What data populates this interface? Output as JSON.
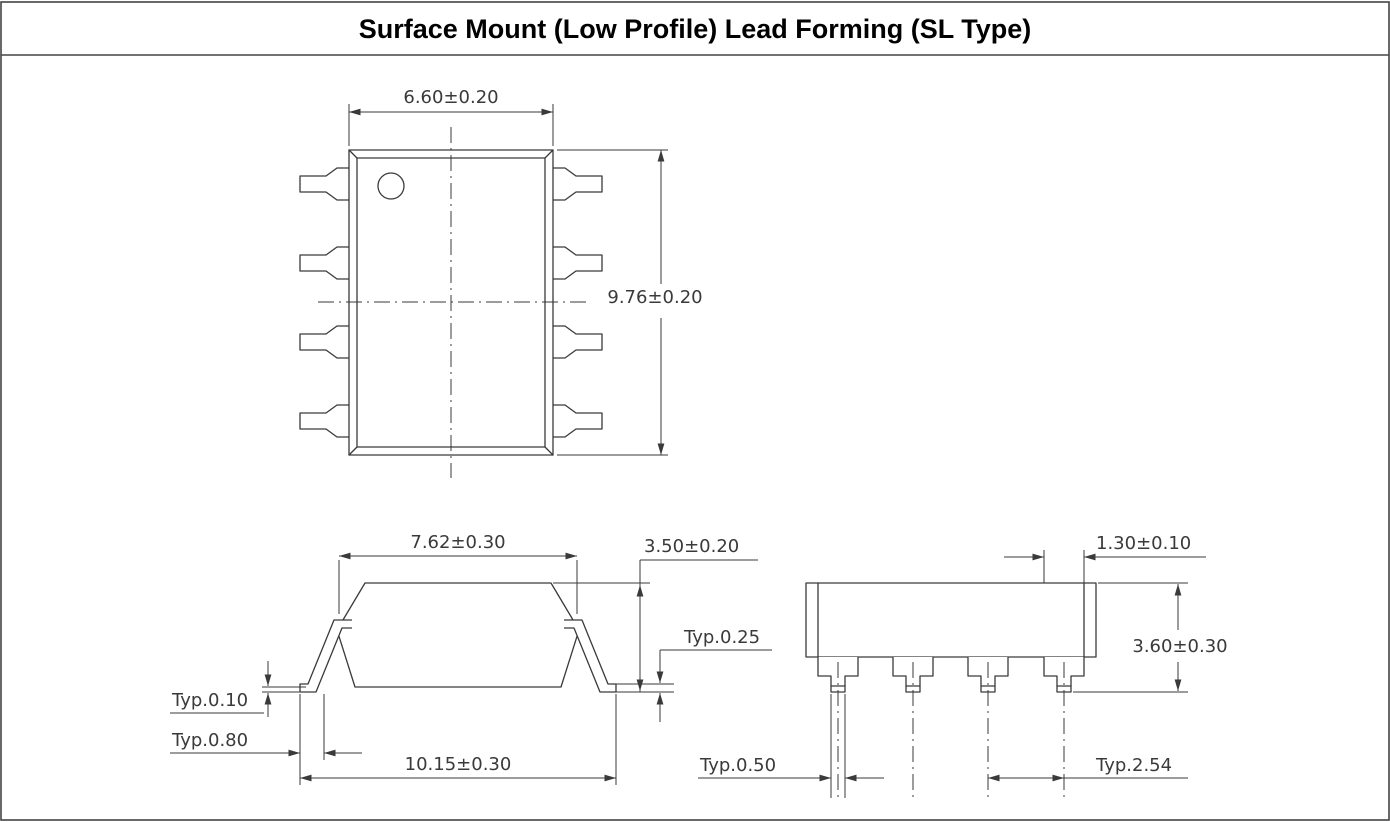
{
  "title": "Surface Mount (Low Profile) Lead Forming (SL Type)",
  "colors": {
    "line": "#3a3a3a",
    "border": "#444444",
    "background": "#ffffff"
  },
  "top_view": {
    "width_dim": "6.60±0.20",
    "height_dim": "9.76±0.20"
  },
  "front_view": {
    "body_width_dim": "7.62±0.30",
    "height_dim": "3.50±0.20",
    "lead_thickness_dim": "Typ.0.25",
    "standoff_dim": "Typ.0.10",
    "foot_length_dim": "Typ.0.80",
    "overall_width_dim": "10.15±0.30"
  },
  "end_view": {
    "lead_width_dim": "1.30±0.10",
    "height_dim": "3.60±0.30",
    "lead_tip_width_dim": "Typ.0.50",
    "lead_pitch_dim": "Typ.2.54"
  }
}
